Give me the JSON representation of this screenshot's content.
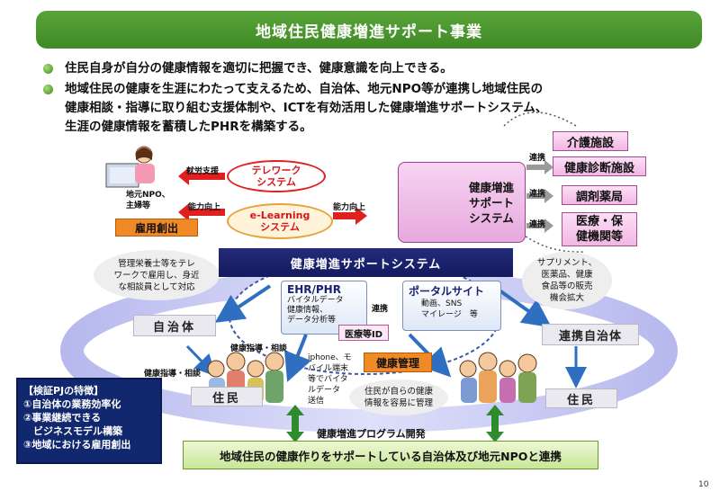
{
  "title": "地域住民健康増進サポート事業",
  "bullets": [
    "住民自身が自分の健康情報を適切に把握でき、健康意識を向上できる。",
    "地域住民の健康を生涯にわたって支えるため、自治体、地元NPO等が連携し地域住民の",
    "健康相談・指導に取り組む支援体制や、ICTを有効活用した健康増進サポートシステム、",
    "生涯の健康情報を蓄積したPHRを構築する。"
  ],
  "left_top": {
    "job_support": "就労支援",
    "ability_up_1": "能力向上",
    "ability_up_2": "能力向上",
    "telework": [
      "テレワーク",
      "システム"
    ],
    "elearning": [
      "e-Learning",
      "システム"
    ],
    "npo_label": [
      "地元NPO、",
      "主婦等"
    ],
    "employment": "雇用創出",
    "dietitian_note": [
      "管理栄養士等をテレ",
      "ワークで雇用し、身近",
      "な相談員として対応"
    ]
  },
  "support_system": {
    "label": [
      "健康増進",
      "サポート",
      "システム"
    ],
    "link_labels": [
      "連携",
      "連携",
      "連携"
    ],
    "services": [
      "介護施設",
      "健康診断施設",
      "調剤薬局",
      "医療・保",
      "健機関等"
    ]
  },
  "main": {
    "system_title": "健康増進サポートシステム",
    "ehr_title": "EHR/PHR",
    "ehr_items": [
      "バイタルデータ",
      "健康情報、",
      "データ分析等"
    ],
    "link": "連携",
    "portal_title": "ポータルサイト",
    "portal_items": [
      "動画、SNS",
      "マイレージ　等"
    ],
    "medical_id": "医療等ID",
    "health_mgmt": "健康管理",
    "iphone_note": [
      "iphone、モ",
      "バイル端末",
      "等でバイタ",
      "ルデータ",
      "送信"
    ],
    "resident_note": [
      "住民が自らの健康",
      "情報を容易に管理"
    ],
    "supplements": [
      "サプリメント、",
      "医薬品、健康",
      "食品等の販売",
      "機会拡大"
    ]
  },
  "sides": {
    "municipality": "自治体",
    "partner_municipality": "連携自治体",
    "resident_left": "住民",
    "resident_right": "住民",
    "guidance_1": "健康指導・相談",
    "guidance_2": "健康指導・相談"
  },
  "features": {
    "heading": "【検証PJの特徴】",
    "items": [
      "①自治体の業務効率化",
      "②事業継続できる",
      "　ビジネスモデル構築",
      "③地域における雇用創出"
    ]
  },
  "program": "健康増進プログラム開発",
  "banner": "地域住民の健康作りをサポートしている自治体及び地元NPOと連携",
  "page_number": "10",
  "colors": {
    "title_green": "#4a9a2e",
    "navy": "#1a2170",
    "orange": "#f08a26",
    "pink": "#e6a9dd",
    "arrow_blue": "#2f6fc2"
  }
}
